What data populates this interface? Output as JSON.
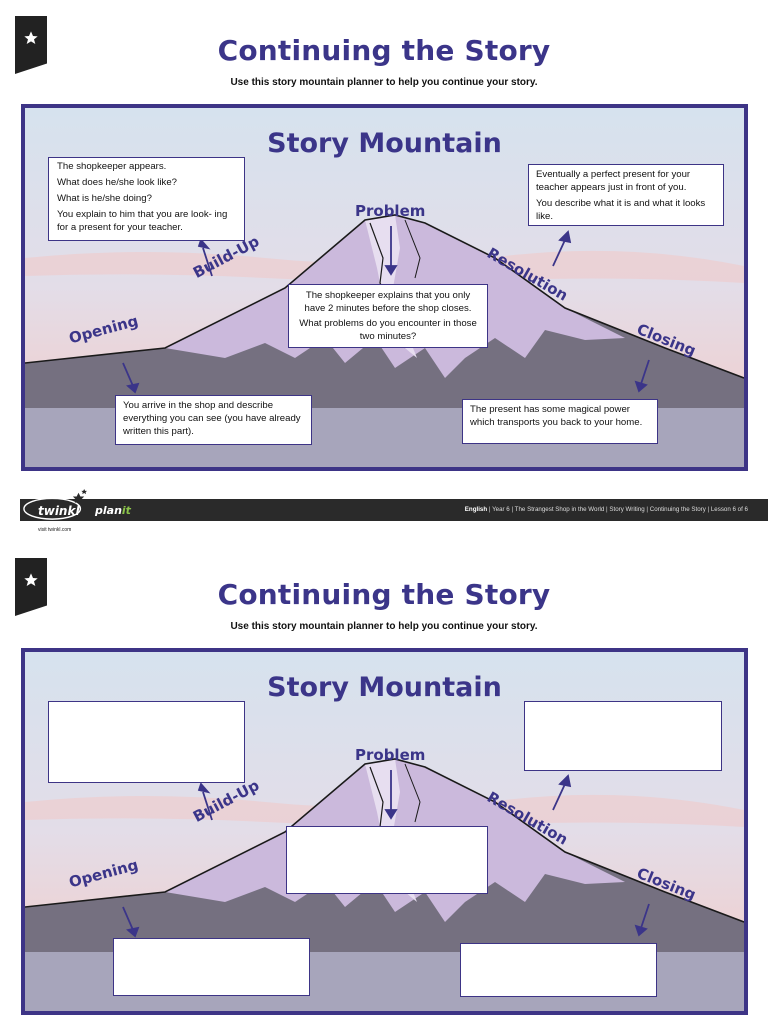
{
  "header": {
    "title": "Continuing the Story",
    "subtitle": "Use this story mountain planner to help you continue your story."
  },
  "panel": {
    "title": "Story Mountain",
    "stages": {
      "problem": "Problem",
      "build_up": "Build-Up",
      "opening": "Opening",
      "resolution": "Resolution",
      "closing": "Closing"
    }
  },
  "boxes": {
    "build_up": [
      "The shopkeeper appears.",
      "What does he/she look like?",
      "What is he/she doing?",
      "You explain to him that you are look- ing for a present for your teacher."
    ],
    "resolution": [
      "Eventually a perfect present for your teacher appears just in front of you.",
      "You describe what it is and what it looks like."
    ],
    "problem": [
      "The shopkeeper explains that you only have 2 minutes before the shop closes.",
      "What problems do you encounter in those two minutes?"
    ],
    "opening": [
      "You arrive in the shop and describe everything you can see (you have already written this part)."
    ],
    "closing": [
      "The present has some magical power which transports you back to your home."
    ]
  },
  "footer": {
    "brand": "twinkl",
    "product": "plan",
    "product_suffix": "it",
    "site": "visit twinkl.com",
    "subject": "English",
    "path": " | Year 6 | The Strangest Shop in the World | Story Writing | Continuing the Story | Lesson 6 of 6"
  },
  "colors": {
    "brand_purple": "#3b3589",
    "border_purple": "#3d3486"
  },
  "icons": {
    "tab": "star-icon",
    "arrows": "arrow-icon"
  }
}
